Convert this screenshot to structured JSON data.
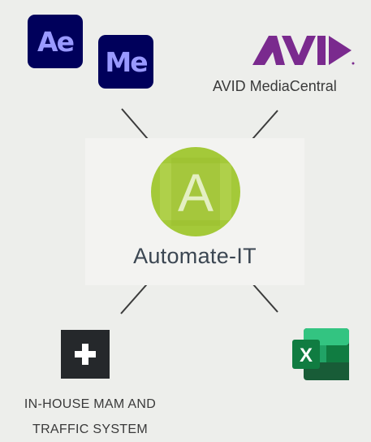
{
  "nodes": {
    "after_effects": {
      "abbr": "Ae"
    },
    "media_encoder": {
      "abbr": "Me"
    },
    "avid": {
      "label": "AVID MediaCentral"
    },
    "center": {
      "logo_letter": "A",
      "title": "Automate-IT"
    },
    "mam": {
      "label_line1": "IN-HOUSE MAM AND",
      "label_line2": "TRAFFIC SYSTEM"
    },
    "excel": {
      "letter": "X"
    }
  },
  "colors": {
    "background": "#edeeeb",
    "center_panel": "#f3f3f1",
    "adobe_tile": "#00005b",
    "adobe_text": "#9999ff",
    "avid_purple": "#7a2a8e",
    "automate_green": "#a4c939",
    "mam_tile": "#25282b",
    "excel_green": "#1e7145",
    "connector": "#3b3b3b"
  },
  "icons": [
    "after-effects-icon",
    "media-encoder-icon",
    "avid-logo-icon",
    "automate-it-logo-icon",
    "plus-icon",
    "excel-icon"
  ]
}
